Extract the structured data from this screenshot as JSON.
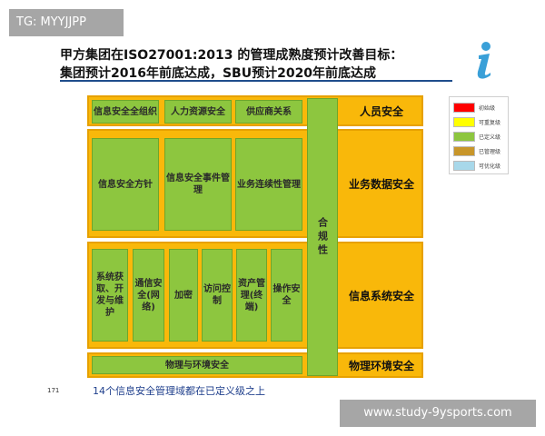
{
  "watermarks": {
    "top_left": "TG: MYYJJPP",
    "bottom_right": "www.study-9ysports.com"
  },
  "title": {
    "line1": "甲方集团在ISO27001:2013 的管理成熟度预计改善目标：",
    "line2": "集团预计2016年前底达成，SBU预计2020年前底达成"
  },
  "icon": {
    "name": "info-icon",
    "glyph": "i",
    "color": "#3aa0d8"
  },
  "colors": {
    "frame": "#f9b80a",
    "cell": "#8dc63f"
  },
  "rows": {
    "personnel": {
      "label": "人员安全",
      "cells": [
        "信息安全全组织",
        "人力资源安全",
        "供应商关系"
      ]
    },
    "business": {
      "label": "业务数据安全",
      "cells": [
        "信息安全方针",
        "信息安全事件管理",
        "业务连续性管理"
      ]
    },
    "systems": {
      "label": "信息系统安全",
      "cells": [
        "系统获取、开发与维护",
        "通信安全(网络)",
        "加密",
        "访问控制",
        "资产管理(终端)",
        "操作安全"
      ]
    },
    "physical": {
      "label": "物理环境安全",
      "cell": "物理与环境安全"
    }
  },
  "compliance": "合规性",
  "legend": [
    {
      "label": "初始级",
      "color": "#ff0000"
    },
    {
      "label": "可重复级",
      "color": "#ffff00"
    },
    {
      "label": "已定义级",
      "color": "#8dc63f"
    },
    {
      "label": "已管理级",
      "color": "#c8962a"
    },
    {
      "label": "可优化级",
      "color": "#a8d8ea"
    }
  ],
  "footer": {
    "page": "171",
    "note": "14个信息安全管理域都在已定义级之上"
  }
}
